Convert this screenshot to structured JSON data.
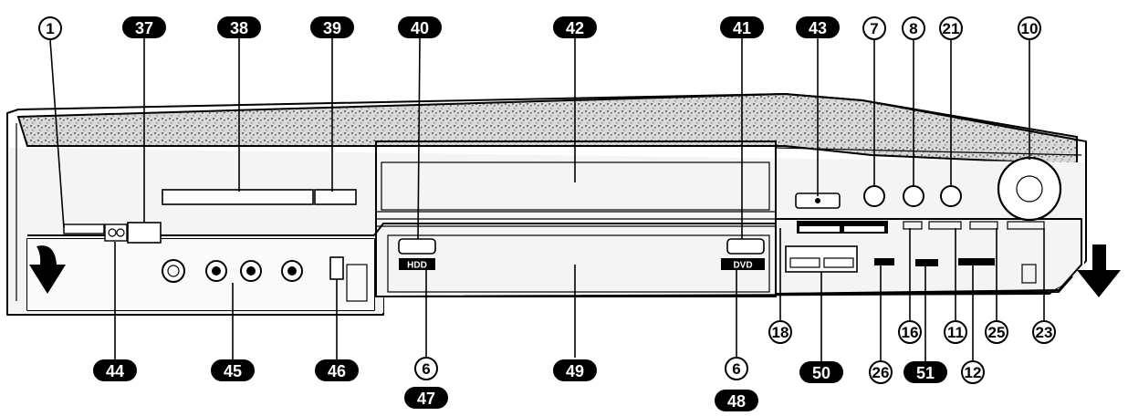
{
  "diagram": {
    "callouts": [
      {
        "id": "c1",
        "text": "1",
        "style": "open"
      },
      {
        "id": "c37",
        "text": "37",
        "style": "solid"
      },
      {
        "id": "c38",
        "text": "38",
        "style": "solid"
      },
      {
        "id": "c39",
        "text": "39",
        "style": "solid"
      },
      {
        "id": "c40",
        "text": "40",
        "style": "solid"
      },
      {
        "id": "c42",
        "text": "42",
        "style": "solid"
      },
      {
        "id": "c41",
        "text": "41",
        "style": "solid"
      },
      {
        "id": "c43",
        "text": "43",
        "style": "solid"
      },
      {
        "id": "c7",
        "text": "7",
        "style": "open"
      },
      {
        "id": "c8",
        "text": "8",
        "style": "open"
      },
      {
        "id": "c21",
        "text": "21",
        "style": "open"
      },
      {
        "id": "c10",
        "text": "10",
        "style": "open"
      },
      {
        "id": "c44",
        "text": "44",
        "style": "solid"
      },
      {
        "id": "c45",
        "text": "45",
        "style": "solid"
      },
      {
        "id": "c46",
        "text": "46",
        "style": "solid"
      },
      {
        "id": "c6a",
        "text": "6",
        "style": "open"
      },
      {
        "id": "c47",
        "text": "47",
        "style": "solid"
      },
      {
        "id": "c49",
        "text": "49",
        "style": "solid"
      },
      {
        "id": "c6b",
        "text": "6",
        "style": "open"
      },
      {
        "id": "c48",
        "text": "48",
        "style": "solid"
      },
      {
        "id": "c18",
        "text": "18",
        "style": "open"
      },
      {
        "id": "c50",
        "text": "50",
        "style": "solid"
      },
      {
        "id": "c26",
        "text": "26",
        "style": "open"
      },
      {
        "id": "c16",
        "text": "16",
        "style": "open"
      },
      {
        "id": "c51",
        "text": "51",
        "style": "solid"
      },
      {
        "id": "c11",
        "text": "11",
        "style": "open"
      },
      {
        "id": "c12",
        "text": "12",
        "style": "open"
      },
      {
        "id": "c25",
        "text": "25",
        "style": "open"
      },
      {
        "id": "c23",
        "text": "23",
        "style": "open"
      }
    ],
    "panel_text": {
      "hdd": "HDD",
      "dvd": "DVD"
    },
    "colors": {
      "ink": "#000000",
      "panel_shade": "#9a9a9a",
      "background": "#ffffff"
    }
  }
}
